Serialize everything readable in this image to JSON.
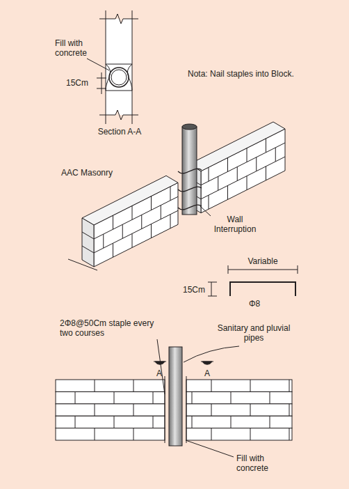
{
  "diagram": {
    "labels": [
      "Fill with concrete",
      "15Cm",
      "Section A-A",
      "Nota: Nail staples into Block.",
      "AAC Masonry",
      "Wall Interruption",
      "Variable",
      "15Cm",
      "Φ8",
      "2Φ8@50Cm staple every two courses",
      "Sanitary and pluvial pipes",
      "A",
      "A",
      "Fill with concrete"
    ]
  }
}
